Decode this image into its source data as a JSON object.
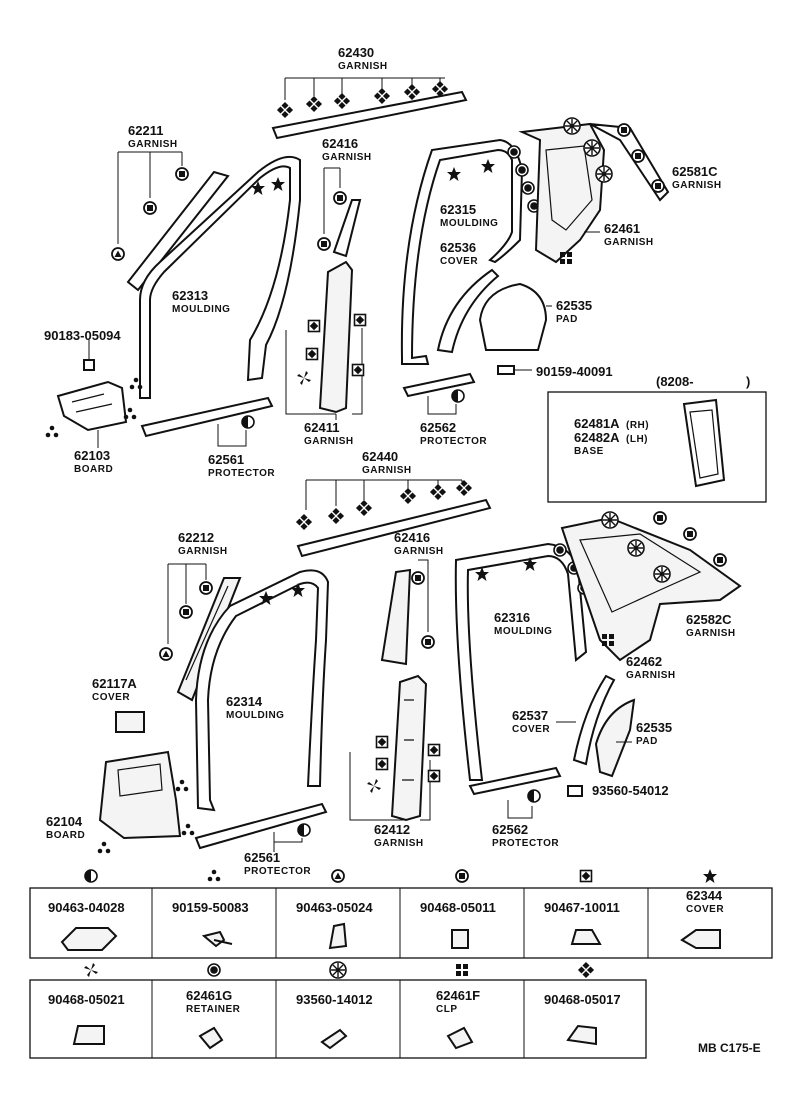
{
  "parts": {
    "p62430": {
      "num": "62430",
      "name": "GARNISH"
    },
    "p62211": {
      "num": "62211",
      "name": "GARNISH"
    },
    "p62416a": {
      "num": "62416",
      "name": "GARNISH"
    },
    "p62315": {
      "num": "62315",
      "name": "MOULDING"
    },
    "p62581c": {
      "num": "62581C",
      "name": "GARNISH"
    },
    "p62461": {
      "num": "62461",
      "name": "GARNISH"
    },
    "p62313": {
      "num": "62313",
      "name": "MOULDING"
    },
    "p62536": {
      "num": "62536",
      "name": "COVER"
    },
    "p62535a": {
      "num": "62535",
      "name": "PAD"
    },
    "p90183": {
      "num": "90183-05094"
    },
    "p90159": {
      "num": "90159-40091"
    },
    "p62411": {
      "num": "62411",
      "name": "GARNISH"
    },
    "p62562a": {
      "num": "62562",
      "name": "PROTECTOR"
    },
    "p62103": {
      "num": "62103",
      "name": "BOARD"
    },
    "p62561a": {
      "num": "62561",
      "name": "PROTECTOR"
    },
    "p62440": {
      "num": "62440",
      "name": "GARNISH"
    },
    "p62212": {
      "num": "62212",
      "name": "GARNISH"
    },
    "p62416b": {
      "num": "62416",
      "name": "GARNISH"
    },
    "p62316": {
      "num": "62316",
      "name": "MOULDING"
    },
    "p62582c": {
      "num": "62582C",
      "name": "GARNISH"
    },
    "p62462": {
      "num": "62462",
      "name": "GARNISH"
    },
    "p62117a": {
      "num": "62117A",
      "name": "COVER"
    },
    "p62314": {
      "num": "62314",
      "name": "MOULDING"
    },
    "p62537": {
      "num": "62537",
      "name": "COVER"
    },
    "p62535b": {
      "num": "62535",
      "name": "PAD"
    },
    "p93560": {
      "num": "93560-54012"
    },
    "p62104": {
      "num": "62104",
      "name": "BOARD"
    },
    "p62412": {
      "num": "62412",
      "name": "GARNISH"
    },
    "p62562b": {
      "num": "62562",
      "name": "PROTECTOR"
    },
    "p62561b": {
      "num": "62561",
      "name": "PROTECTOR"
    }
  },
  "inset": {
    "header": "(8208-",
    "header_close": ")",
    "line1_num": "62481A",
    "line1_sfx": "(RH)",
    "line2_num": "62482A",
    "line2_sfx": "(LH)",
    "name": "BASE"
  },
  "legend": {
    "row1": [
      {
        "symbol": "half-circle-icon",
        "num": "90463-04028",
        "name": ""
      },
      {
        "symbol": "three-dots-icon",
        "num": "90159-50083",
        "name": ""
      },
      {
        "symbol": "circle-triangle-icon",
        "num": "90463-05024",
        "name": ""
      },
      {
        "symbol": "circle-square-icon",
        "num": "90468-05011",
        "name": ""
      },
      {
        "symbol": "diamond-square-icon",
        "num": "90467-10011",
        "name": ""
      },
      {
        "symbol": "star-icon",
        "num": "62344",
        "name": "COVER"
      }
    ],
    "row2": [
      {
        "symbol": "pinwheel-icon",
        "num": "90468-05021",
        "name": ""
      },
      {
        "symbol": "filled-dot-icon",
        "num": "62461G",
        "name": "RETAINER"
      },
      {
        "symbol": "spoked-circle-icon",
        "num": "93560-14012",
        "name": ""
      },
      {
        "symbol": "four-square-icon",
        "num": "62461F",
        "name": "CLP"
      },
      {
        "symbol": "quad-diamond-icon",
        "num": "90468-05017",
        "name": ""
      }
    ]
  },
  "footer": {
    "code": "MB  C175-E"
  }
}
